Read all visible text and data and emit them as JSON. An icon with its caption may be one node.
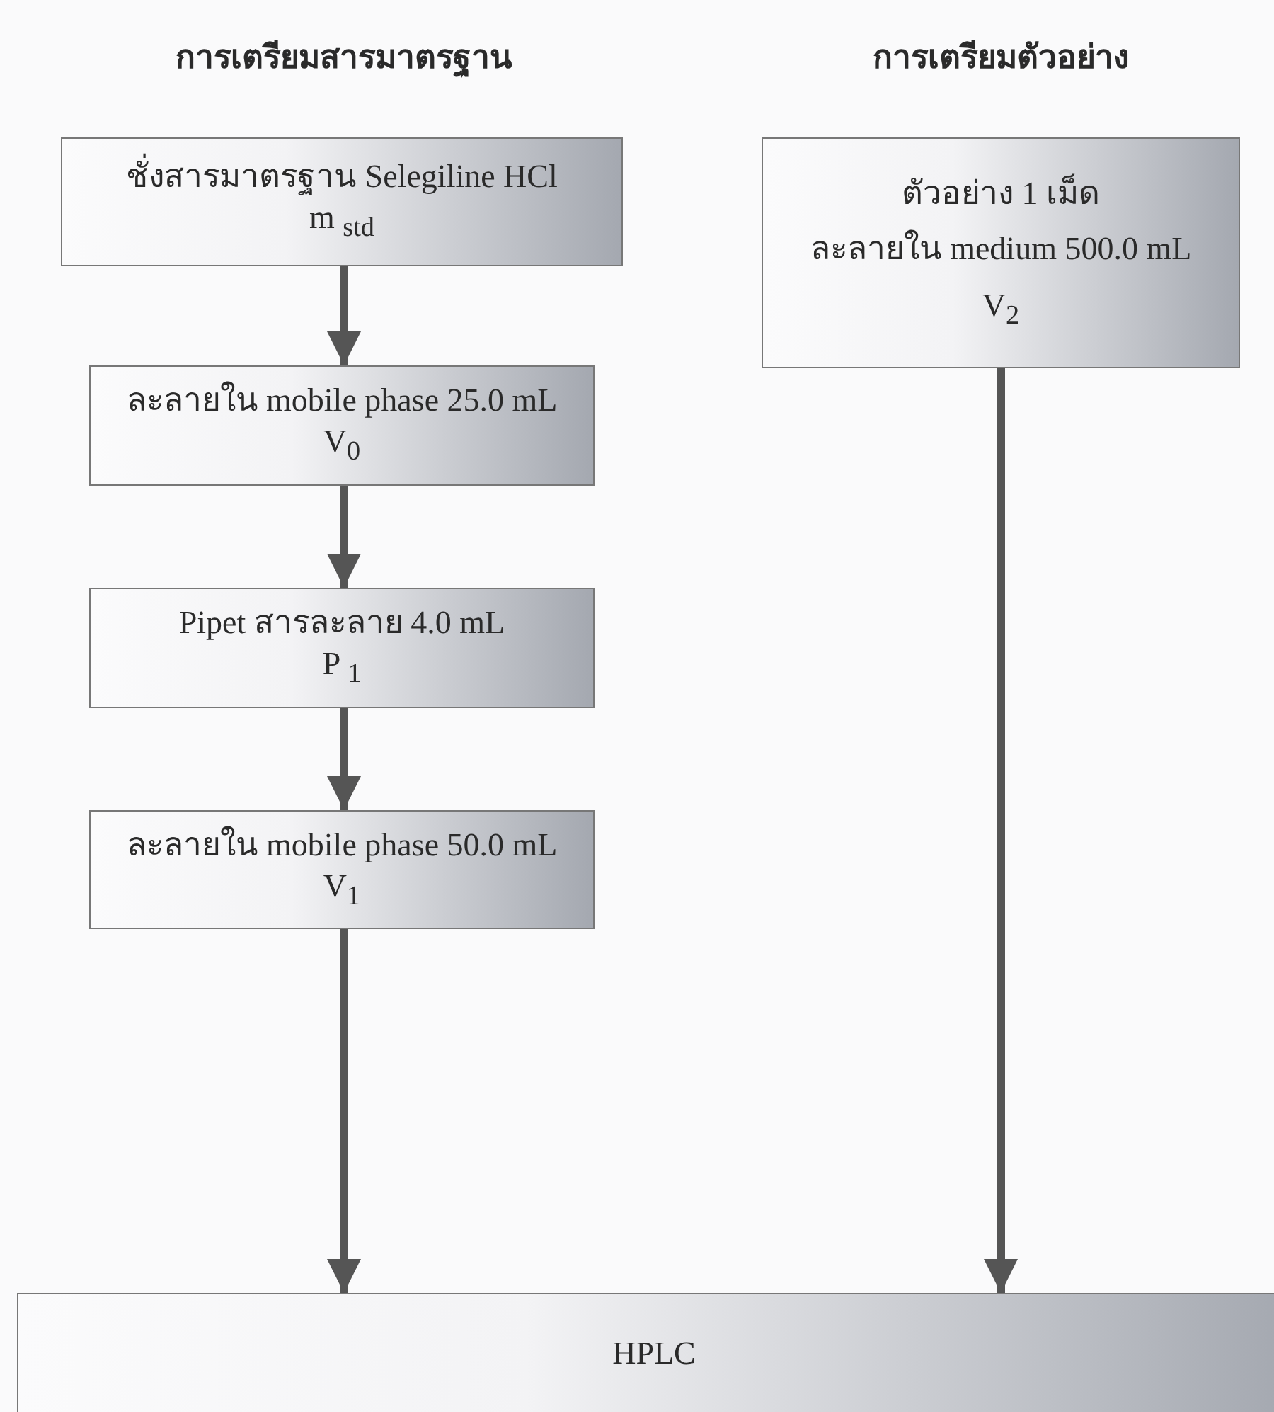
{
  "diagram": {
    "nodes": [
      {
        "text": [
          "ชั่งสารมาตรฐาน Selegiline HCl",
          "m $_{std}$"
        ]
      },
      {
        "text": [
          "ละลายใน mobile phase 25.0 mL",
          "V$_{0}$"
        ]
      },
      {
        "text": [
          "Pipet สารละลาย 4.0 mL",
          "P $_{1}$"
        ]
      },
      {
        "text": [
          "ละลายใน mobile phase 50.0 mL",
          "V$_{1}$"
        ]
      },
      {
        "text": [
          "ตัวอย่าง 1 เม็ด",
          "ละลายใน medium 500.0 mL",
          "V$_{2}$"
        ]
      },
      {
        "text": [
          "HPLC"
        ]
      }
    ],
    "edges": [
      {
        "from": 0,
        "to": 1,
        "arrow": "to"
      },
      {
        "from": 1,
        "to": 2,
        "arrow": "to"
      },
      {
        "from": 2,
        "to": 3,
        "arrow": "to"
      },
      {
        "from": 3,
        "to": 5,
        "arrow": "to"
      },
      {
        "from": 4,
        "to": 5,
        "arrow": "to"
      }
    ],
    "labels": [
      "การเตรียมสารมาตรฐาน",
      "การเตรียมตัวอย่าง"
    ]
  }
}
